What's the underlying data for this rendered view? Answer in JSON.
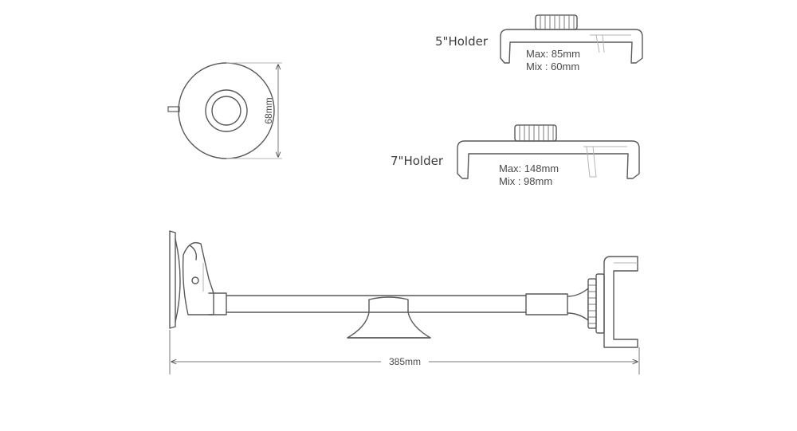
{
  "suction_cup": {
    "diameter_label": "68mm"
  },
  "holder_5": {
    "title": "5\"Holder",
    "max": "Max: 85mm",
    "min": "Mix : 60mm"
  },
  "holder_7": {
    "title": "7\"Holder",
    "max": "Max: 148mm",
    "min": "Mix : 98mm"
  },
  "mount": {
    "length_label": "385mm"
  },
  "colors": {
    "line": "#595959",
    "text": "#4a4a4a",
    "background": "#ffffff"
  }
}
